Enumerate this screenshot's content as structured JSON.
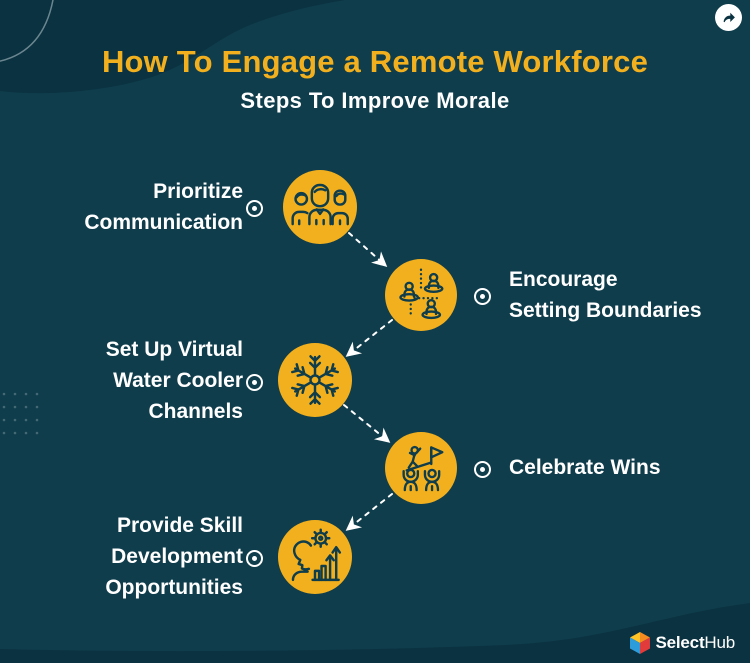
{
  "theme": {
    "background": "#0F3D4C",
    "background_dark_shape": "#0B3240",
    "accent_gold": "#F2B01E",
    "text_white": "#FFFFFF",
    "icon_stroke": "#0F3D4C",
    "logo_yellow": "#FFC425",
    "logo_orange": "#F68B1F",
    "logo_blue": "#2D9CDB",
    "logo_red": "#E23B3B"
  },
  "header": {
    "title": "How To Engage a Remote Workforce",
    "subtitle": "Steps To Improve Morale"
  },
  "share": {
    "icon": "share-arrow-icon"
  },
  "steps": [
    {
      "id": 1,
      "side": "left",
      "icon": "team-people-icon",
      "lines": [
        "Prioritize",
        "Communication"
      ]
    },
    {
      "id": 2,
      "side": "right",
      "icon": "people-boundaries-icon",
      "lines": [
        "Encourage",
        "Setting Boundaries"
      ]
    },
    {
      "id": 3,
      "side": "left",
      "icon": "snowflake-icon",
      "lines": [
        "Set Up Virtual",
        "Water Cooler",
        "Channels"
      ]
    },
    {
      "id": 4,
      "side": "right",
      "icon": "celebration-flag-icon",
      "lines": [
        "Celebrate Wins"
      ]
    },
    {
      "id": 5,
      "side": "left",
      "icon": "skill-growth-icon",
      "lines": [
        "Provide Skill",
        "Development",
        "Opportunities"
      ]
    }
  ],
  "footer": {
    "brand_bold": "Select",
    "brand_light": "Hub"
  }
}
